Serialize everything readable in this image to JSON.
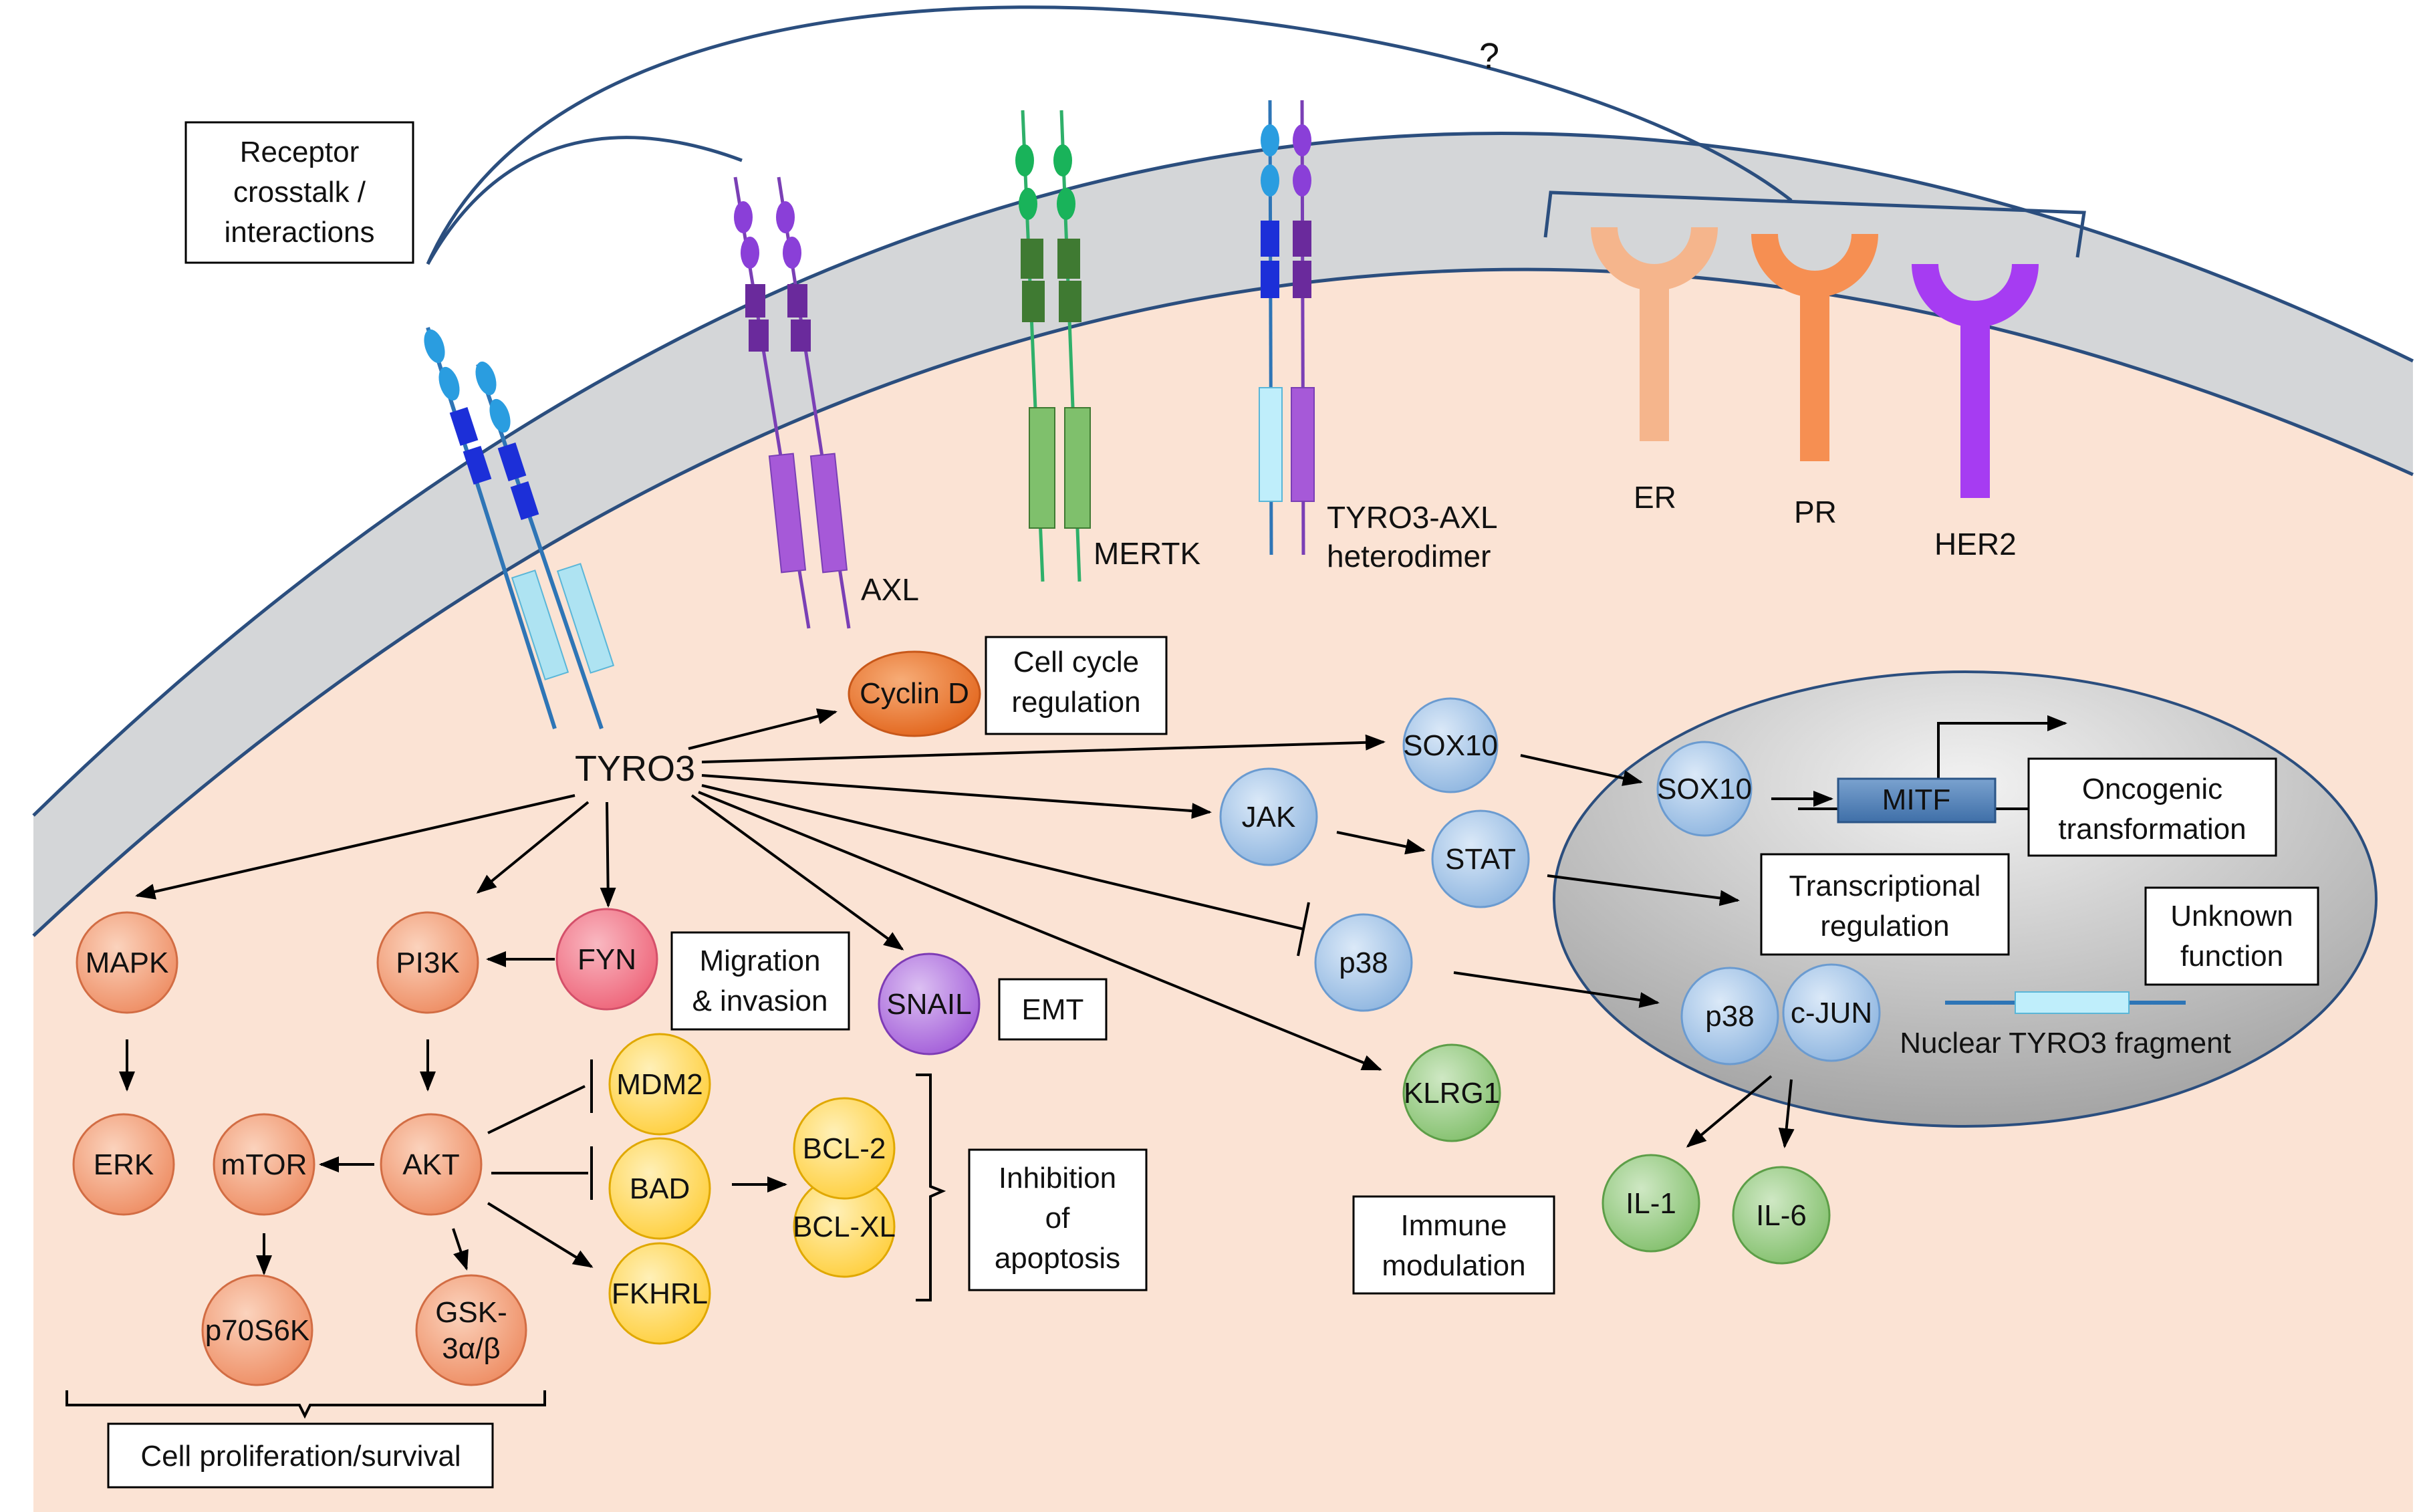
{
  "question_mark": "?",
  "crosstalk_box": [
    "Receptor",
    "crosstalk /",
    "interactions"
  ],
  "receptors": {
    "tyro3": "TYRO3",
    "axl": "AXL",
    "mertk": "MERTK",
    "heterodimer": [
      "TYRO3-AXL",
      "heterodimer"
    ],
    "er": "ER",
    "pr": "PR",
    "her2": "HER2"
  },
  "nodes": {
    "cyclin_d": "Cyclin D",
    "sox10_cyto": "SOX10",
    "sox10_nuc": "SOX10",
    "mitf": "MITF",
    "jak": "JAK",
    "stat": "STAT",
    "p38_cyto": "p38",
    "p38_nuc": "p38",
    "cjun": "c-JUN",
    "il1": "IL-1",
    "il6": "IL-6",
    "klrg1": "KLRG1",
    "snail": "SNAIL",
    "fyn": "FYN",
    "mapk": "MAPK",
    "pi3k": "PI3K",
    "erk": "ERK",
    "mtor": "mTOR",
    "akt": "AKT",
    "p70s6k": "p70S6K",
    "gsk": [
      "GSK-",
      "3α/β"
    ],
    "mdm2": "MDM2",
    "bad": "BAD",
    "fkhrl": "FKHRL",
    "bcl2": "BCL-2",
    "bclxl": "BCL-XL"
  },
  "boxes": {
    "cell_cycle": [
      "Cell cycle",
      "regulation"
    ],
    "oncogenic": [
      "Oncogenic",
      "transformation"
    ],
    "transcriptional": [
      "Transcriptional",
      "regulation"
    ],
    "unknown": [
      "Unknown",
      "function"
    ],
    "migration": [
      "Migration",
      "& invasion"
    ],
    "emt": "EMT",
    "inhibition": [
      "Inhibition",
      "of",
      "apoptosis"
    ],
    "immune": [
      "Immune",
      "modulation"
    ],
    "proliferation": "Cell proliferation/survival"
  },
  "nuclear_fragment": "Nuclear TYRO3 fragment",
  "colors": {
    "cytoplasm": "#fbe3d4",
    "membrane": "#d4d6d8",
    "membrane_edge": "#2b4e7e",
    "nucleus_gradient": [
      "#ececec",
      "#a9a9a9"
    ],
    "blue_node": "#aecbea",
    "salmon_node": "#f2a07a",
    "yellow_node": "#ffdb6b",
    "green_node": "#9ccf8a",
    "purple_node": "#b77be0",
    "pink_node": "#f27d8e",
    "orange_node": "#ee7b30"
  }
}
